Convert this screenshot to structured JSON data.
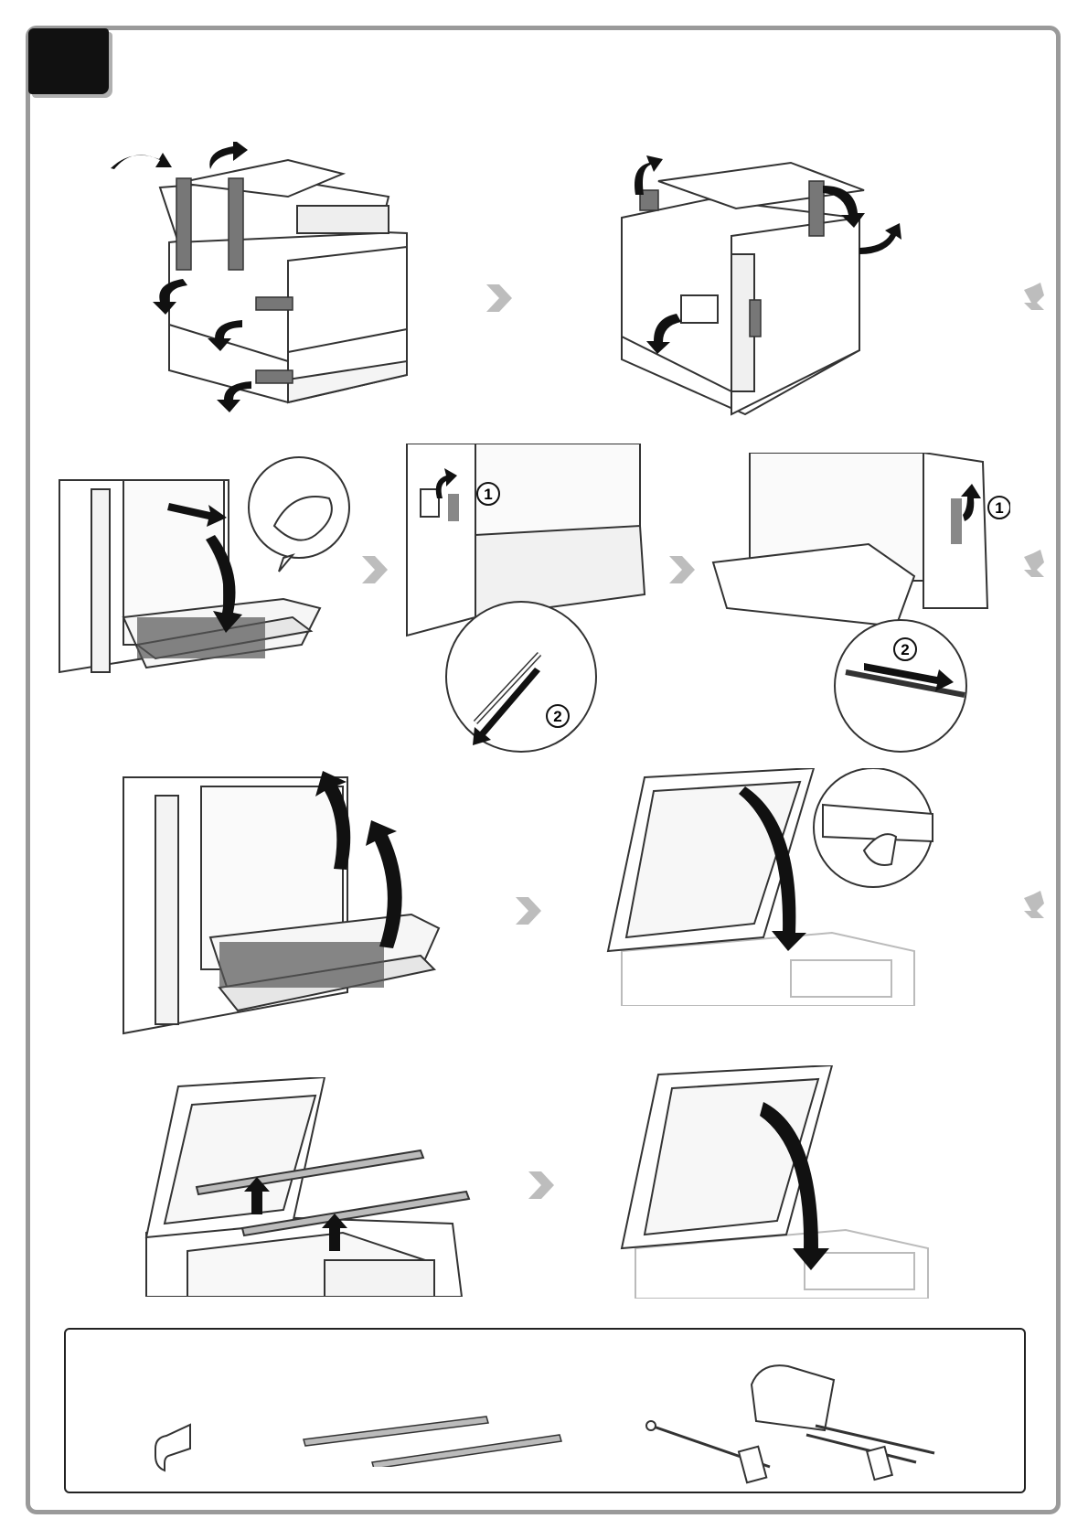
{
  "page": {
    "step_badge_text": "",
    "callout_numbers": [
      "1",
      "2"
    ],
    "next_arrow_color": "#bdbdbd",
    "frame_color": "#9a9a9a"
  },
  "panels": [
    {
      "id": "remove-tape-front",
      "icon": "printer-front-tape"
    },
    {
      "id": "remove-tape-rear",
      "icon": "printer-rear-tape"
    },
    {
      "id": "open-rear-cover",
      "icon": "printer-rear-cover-open"
    },
    {
      "id": "remove-clip-left",
      "icon": "printer-clip-left"
    },
    {
      "id": "remove-clip-right",
      "icon": "printer-clip-right"
    },
    {
      "id": "close-rear-cover",
      "icon": "printer-rear-cover-close"
    },
    {
      "id": "open-feeder",
      "icon": "feeder-open"
    },
    {
      "id": "remove-protective-strips",
      "icon": "feeder-strips"
    },
    {
      "id": "close-feeder",
      "icon": "feeder-close"
    }
  ],
  "packing_materials": {
    "items": [
      {
        "icon": "tape-piece-icon"
      },
      {
        "icon": "protective-strips-icon"
      },
      {
        "icon": "clips-and-sheet-icon"
      }
    ]
  }
}
